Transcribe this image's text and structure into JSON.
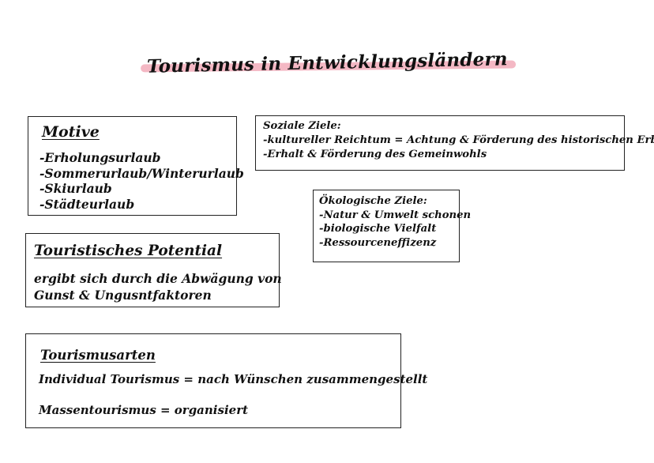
{
  "title": "Tourismus in Entwicklungsländern",
  "motive": {
    "heading": "Motive",
    "items": [
      "-Erholungsurlaub",
      "-Sommerurlaub/Winterurlaub",
      "-Skiurlaub",
      "-Städteurlaub"
    ]
  },
  "soziale_ziele": {
    "heading": "Soziale Ziele:",
    "items": [
      "-kultureller Reichtum = Achtung & Förderung des historischen Erbes",
      "-Erhalt & Förderung des Gemeinwohls"
    ]
  },
  "oekologische_ziele": {
    "heading": "Ökologische Ziele:",
    "items": [
      "-Natur & Umwelt schonen",
      "-biologische Vielfalt",
      "-Ressourceneffizenz"
    ]
  },
  "potential": {
    "heading": "Touristisches Potential",
    "lines": [
      "ergibt sich durch die Abwägung von",
      "Gunst & Ungusntfaktoren"
    ]
  },
  "tourismusarten": {
    "heading": "Tourismusarten",
    "line1": "Individual Tourismus = nach Wünschen zusammengestellt",
    "line2": "Massentourismus = organisiert"
  },
  "colors": {
    "highlight": "#f4b8c4",
    "border": "#222222",
    "text": "#111111"
  }
}
